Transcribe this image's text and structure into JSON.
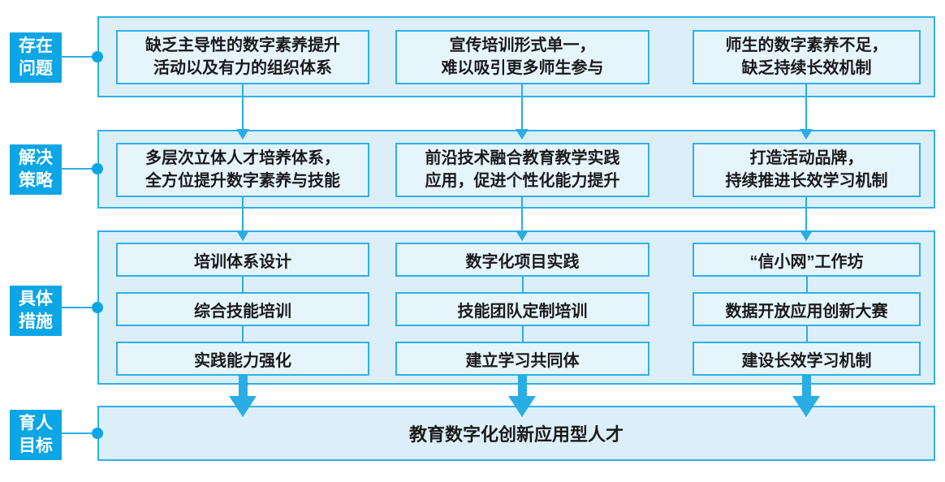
{
  "palette": {
    "accent": "#0ca6e6",
    "border": "#2eb0e8",
    "container_fill": "#dceff9",
    "box_fill": "#e6f5fc",
    "text": "#1a1a1a"
  },
  "rows": [
    {
      "label": "存在\n问题",
      "boxes": [
        "缺乏主导性的数字素养提升\n活动以及有力的组织体系",
        "宣传培训形式单一，\n难以吸引更多师生参与",
        "师生的数字素养不足，\n缺乏持续长效机制"
      ]
    },
    {
      "label": "解决\n策略",
      "boxes": [
        "多层次立体人才培养体系，\n全方位提升数字素养与技能",
        "前沿技术融合教育教学实践\n应用，促进个性化能力提升",
        "打造活动品牌，\n持续推进长效学习机制"
      ]
    },
    {
      "label": "具体\n措施",
      "columns": [
        [
          "培训体系设计",
          "综合技能培训",
          "实践能力强化"
        ],
        [
          "数字化项目实践",
          "技能团队定制培训",
          "建立学习共同体"
        ],
        [
          "“信小网”工作坊",
          "数据开放应用创新大赛",
          "建设长效学习机制"
        ]
      ]
    },
    {
      "label": "育人\n目标",
      "goal": "教育数字化创新应用型人才"
    }
  ]
}
